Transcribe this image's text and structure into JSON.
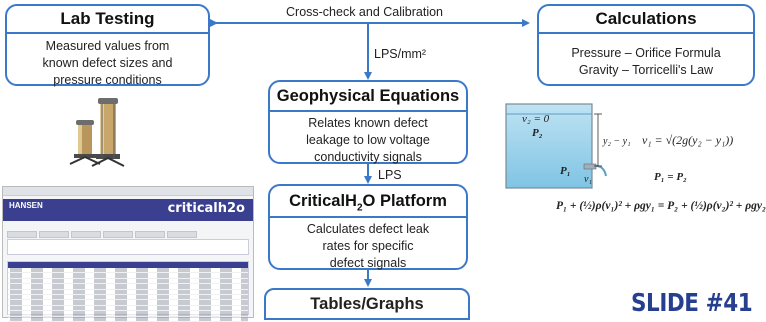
{
  "cross_check_label": "Cross-check and Calibration",
  "lps_mm2_label": "LPS/mm²",
  "lps_label": "LPS",
  "lab_testing": {
    "title": "Lab Testing",
    "body": [
      "Measured values from",
      "known defect sizes and",
      "pressure conditions"
    ]
  },
  "calculations": {
    "title": "Calculations",
    "body": [
      "Pressure – Orifice Formula",
      "Gravity – Torricelli's Law"
    ]
  },
  "geophysical": {
    "title": "Geophysical Equations",
    "body": [
      "Relates known defect",
      "leakage to low voltage",
      "conductivity signals"
    ]
  },
  "platform": {
    "title_main": "CriticalH",
    "title_sub": "2",
    "title_end": "O Platform",
    "body": [
      "Calculates defect leak",
      "rates for specific",
      "defect signals"
    ]
  },
  "tables_graphs": {
    "title": "Tables/Graphs"
  },
  "screenshot": {
    "brand": "HANSEN",
    "logo": "criticalh2o"
  },
  "tank_diagram": {
    "v2_label": "v₂ = 0",
    "p2_label": "P₂",
    "p1_label": "P₁",
    "v1_label": "v₁",
    "height_label": "y₂ − y₁",
    "torricelli": "v₁ = √(2g(y₂ − y₁))",
    "pressure_eq": "P₁ = P₂"
  },
  "bernoulli": "P₁ + (½)ρ(v₁)² + ρgy₁ = P₂ + (½)ρ(v₂)² + ρgy₂",
  "slide_label": "SLIDE #41",
  "colors": {
    "box_border": "#3a78c9",
    "slide_text": "#263f8f"
  }
}
